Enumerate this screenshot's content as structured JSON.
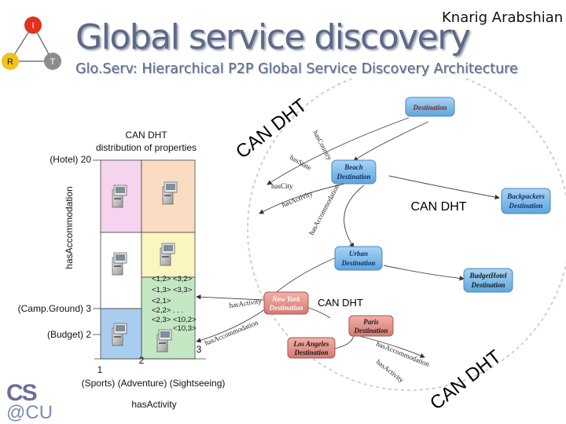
{
  "slide": {
    "title": "Global service discovery",
    "author": "Knarig Arabshian",
    "subtitle": "Glo.Serv: Hierarchical P2P Global Service Discovery Architecture",
    "logo": {
      "cs": "CS",
      "at_cu": "@CU"
    },
    "irt_logo": {
      "i": "I",
      "r": "R",
      "t": "T"
    }
  },
  "can_grid": {
    "title_line1": "CAN DHT",
    "title_line2": "distribution of properties",
    "y_axis_label": "hasAccommodation",
    "x_axis_label": "hasActivity",
    "y_ticks": [
      "(Hotel) 20",
      "(Camp.Ground) 3",
      "(Budget)  2"
    ],
    "x_ticks": [
      "1",
      "2",
      "3"
    ],
    "x_tick_names": "(Sports) (Adventure) (Sightseeing)",
    "tuples": {
      "row1": "<1,2>  <3,2>",
      "row2": "<1,3>  <3,3>",
      "row3": "<2,1>",
      "row4": "<2,2>       . . .",
      "row5": "<2,3>  <10,2>",
      "row6": "<10,3>"
    },
    "zone_colors": {
      "pink": "#f6d3ee",
      "peach": "#fadcc3",
      "yellow": "#fbf5c2",
      "blue": "#a9cdee",
      "green": "#c4e7c3"
    }
  },
  "overlay": {
    "can_top": "CAN DHT",
    "can_bottom": "CAN DHT",
    "can_right": "CAN DHT",
    "can_middle": "CAN DHT"
  },
  "ontology": {
    "nodes": {
      "destination": "Destination",
      "beach": [
        "Beach",
        "Destination"
      ],
      "backpackers": [
        "Backpackers",
        "Destination"
      ],
      "urban": [
        "Urban",
        "Destination"
      ],
      "budget_hotel": [
        "BudgetHotel",
        "Destination"
      ],
      "new_york": [
        "New York",
        "Destination"
      ],
      "paris": [
        "Paris",
        "Destination"
      ],
      "los_angeles": [
        "Los Angeles",
        "Destination"
      ]
    },
    "edges": {
      "has_country": "hasCountry",
      "has_state": "hasState",
      "has_city": "hasCity",
      "has_activity_1": "hasActivity",
      "has_accommodation_1": "hasAccommodation",
      "has_activity_2": "hasActivity",
      "has_accommodation_2": "hasAccommodation",
      "has_accommodation_3": "hasAccommodation",
      "has_activity_3": "hasActivity"
    }
  }
}
